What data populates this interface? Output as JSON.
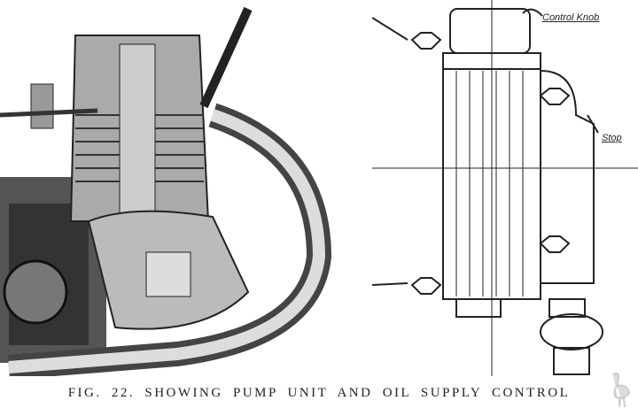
{
  "figure": {
    "caption": "FIG. 22. SHOWING PUMP UNIT AND OIL SUPPLY CONTROL",
    "labels": {
      "control_knob": "Control Knob",
      "stop": "Stop"
    }
  }
}
